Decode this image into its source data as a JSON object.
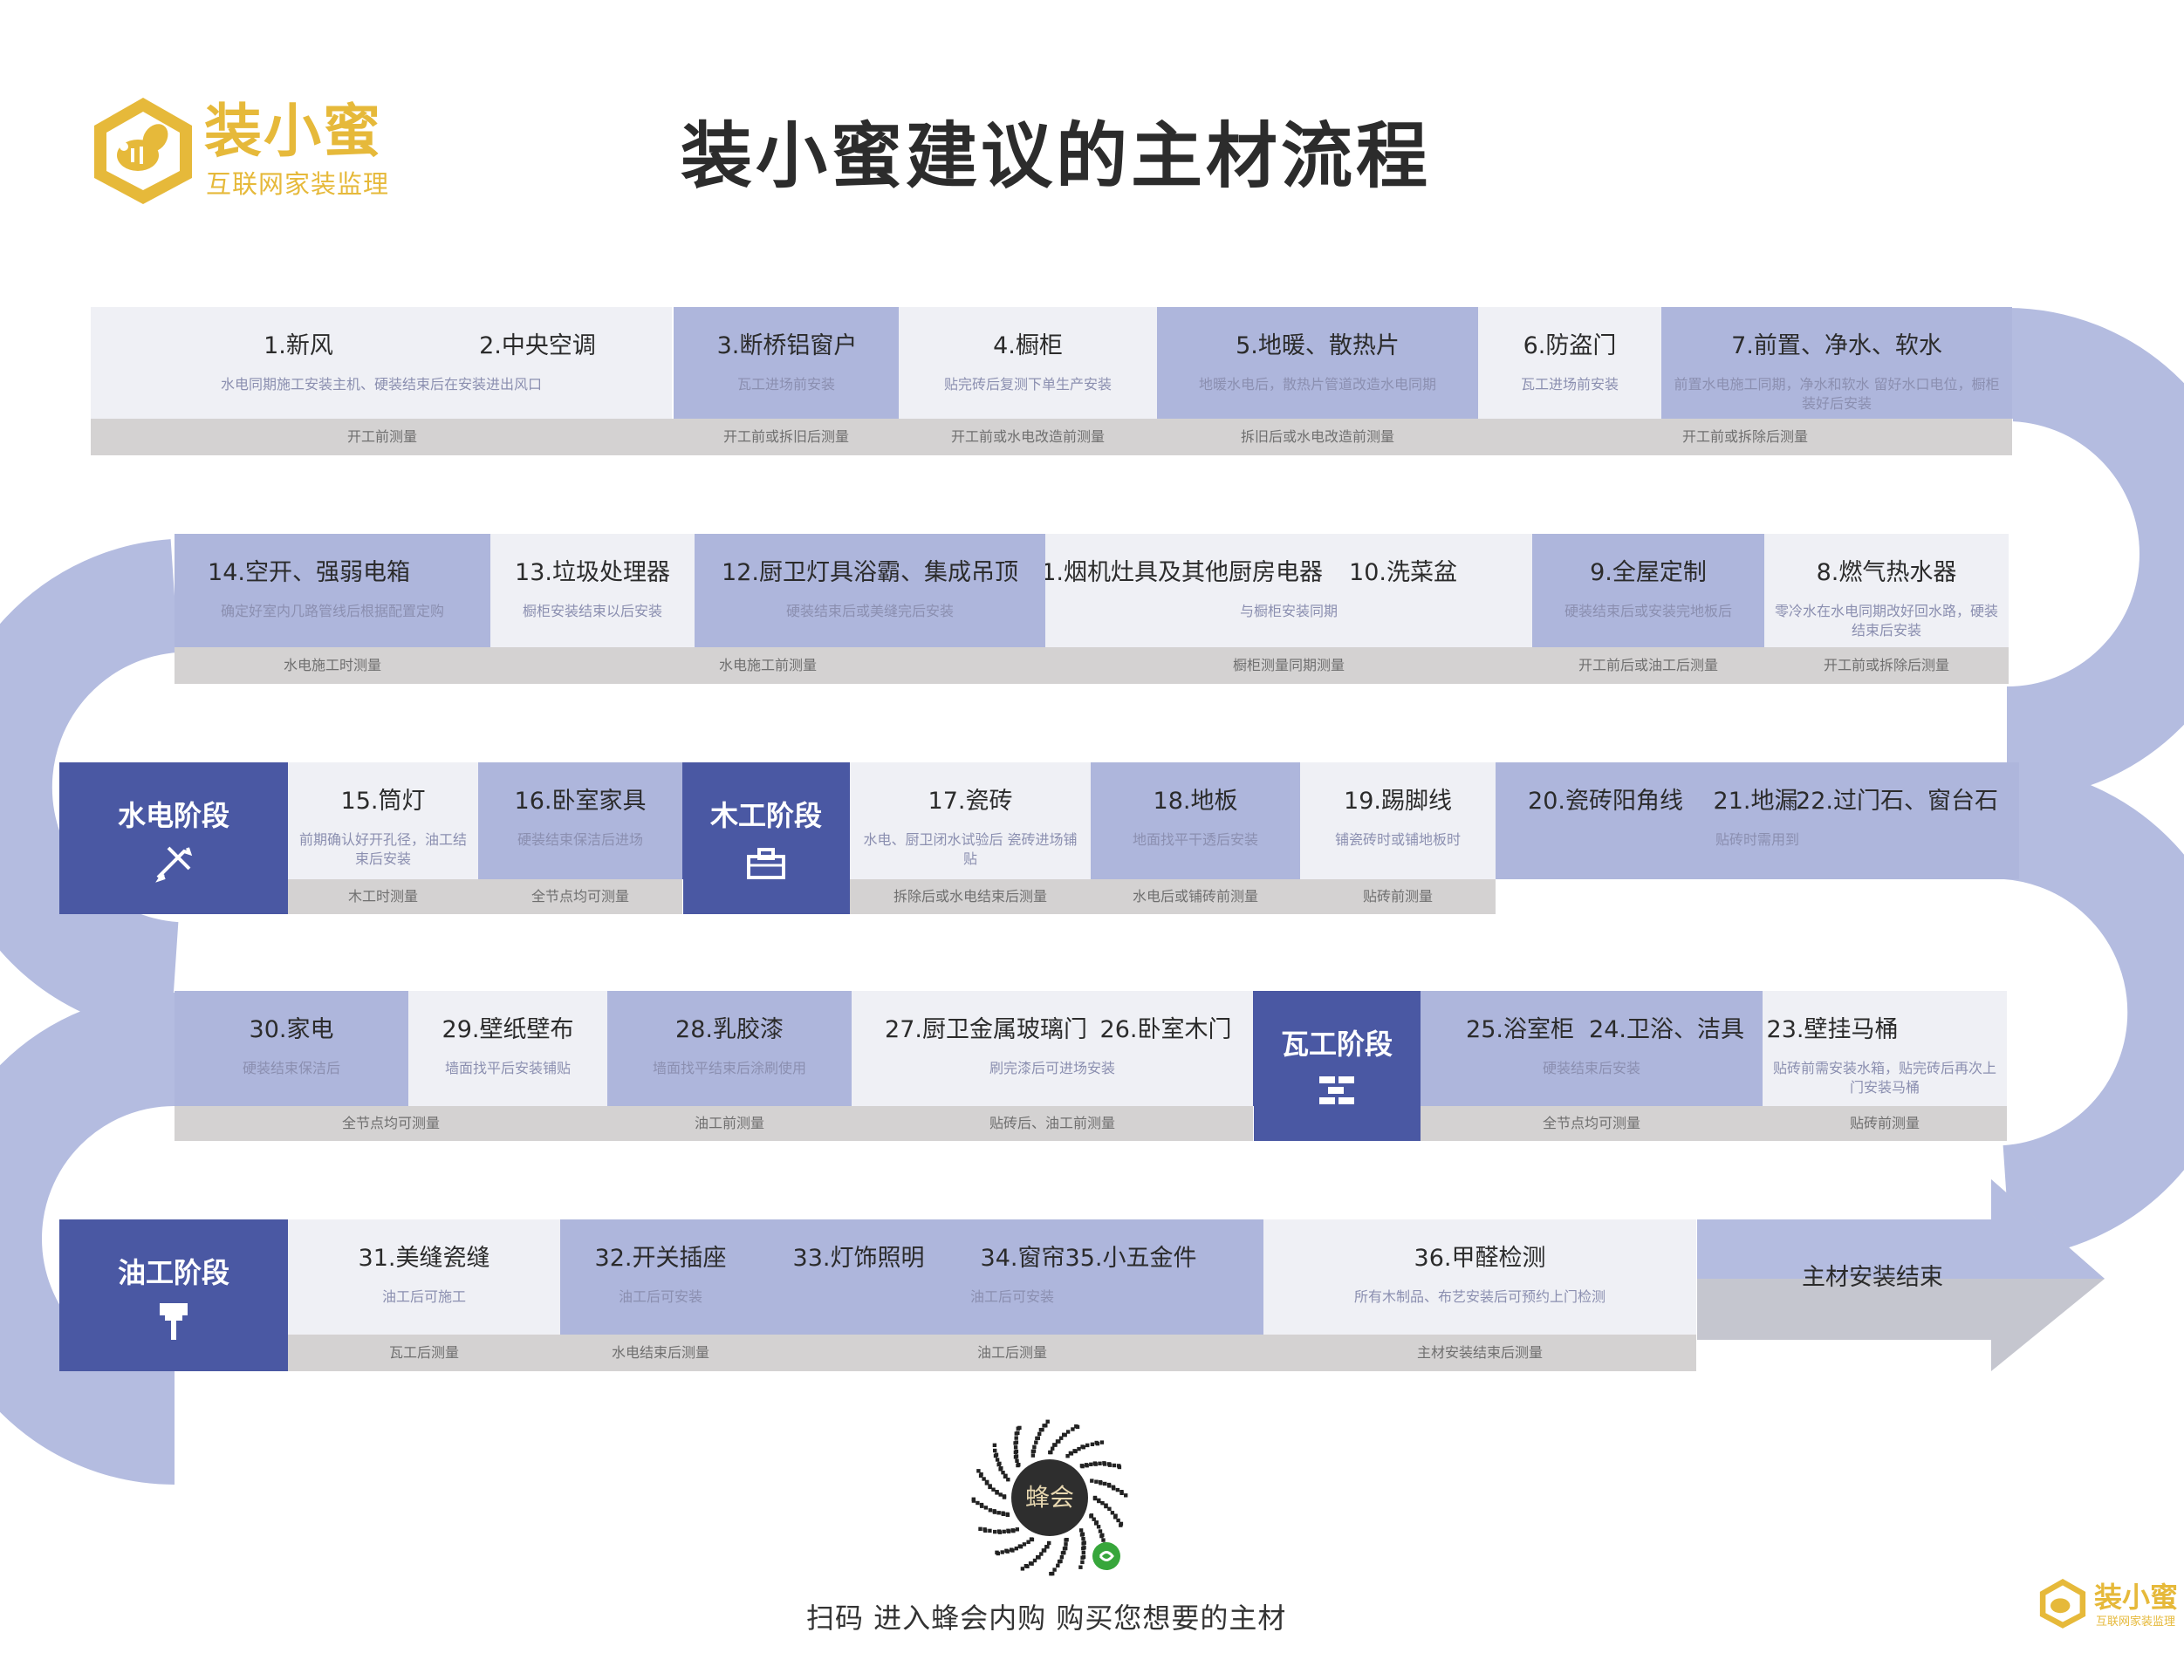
{
  "brand": {
    "name": "装小蜜",
    "tagline": "互联网家装监理"
  },
  "title": "装小蜜建议的主材流程",
  "colors": {
    "light": "#eff0f5",
    "blue": "#aeb6dc",
    "stage": "#4a58a3",
    "bar": "#d4d2d2",
    "curve": "#b4bce0",
    "logo": "#e6b93a"
  },
  "rows": [
    {
      "cells": [
        {
          "titles": [
            "1.新风",
            "2.中央空调"
          ],
          "desc": "水电同期施工安装主机、硬装结束后在安装进出风口"
        },
        {
          "titles": [
            "3.断桥铝窗户"
          ],
          "desc": "瓦工进场前安装"
        },
        {
          "titles": [
            "4.橱柜"
          ],
          "desc": "贴完砖后复测下单生产安装"
        },
        {
          "titles": [
            "5.地暖、散热片"
          ],
          "desc": "地暖水电后，散热片管道改造水电同期"
        },
        {
          "titles": [
            "6.防盗门"
          ],
          "desc": "瓦工进场前安装"
        },
        {
          "titles": [
            "7.前置、净水、软水"
          ],
          "desc": "前置水电施工同期，净水和软水 留好水口电位，橱柜装好后安装"
        }
      ],
      "bars": [
        "开工前测量",
        "开工前或拆旧后测量",
        "开工前或水电改造前测量",
        "拆旧后或水电改造前测量",
        "开工前或拆除后测量"
      ]
    },
    {
      "cells": [
        {
          "titles": [
            "14.空开、强弱电箱"
          ],
          "desc": "确定好室内几路管线后根据配置定购"
        },
        {
          "titles": [
            "13.垃圾处理器"
          ],
          "desc": "橱柜安装结束以后安装"
        },
        {
          "titles": [
            "12.厨卫灯具浴霸、集成吊顶"
          ],
          "desc": "硬装结束后或美缝完后安装"
        },
        {
          "titles": [
            "11.烟机灶具及其他厨房电器",
            "10.洗菜盆"
          ],
          "desc": "与橱柜安装同期"
        },
        {
          "titles": [
            "9.全屋定制"
          ],
          "desc": "硬装结束后或安装完地板后"
        },
        {
          "titles": [
            "8.燃气热水器"
          ],
          "desc": "零冷水在水电同期改好回水路，硬装结束后安装"
        }
      ],
      "bars": [
        "水电施工时测量",
        "水电施工前测量",
        "橱柜测量同期测量",
        "开工前后或油工后测量",
        "开工前或拆除后测量"
      ]
    },
    {
      "stages": [
        "水电阶段",
        "木工阶段"
      ],
      "cells": [
        {
          "titles": [
            "15.筒灯"
          ],
          "desc": "前期确认好开孔径，油工结束后安装"
        },
        {
          "titles": [
            "16.卧室家具"
          ],
          "desc": "硬装结束保洁后进场"
        },
        {
          "titles": [
            "17.瓷砖"
          ],
          "desc": "水电、厨卫闭水试验后 瓷砖进场铺贴"
        },
        {
          "titles": [
            "18.地板"
          ],
          "desc": "地面找平干透后安装"
        },
        {
          "titles": [
            "19.踢脚线"
          ],
          "desc": "铺瓷砖时或铺地板时"
        },
        {
          "titles": [
            "20.瓷砖阳角线",
            "21.地漏",
            "22.过门石、窗台石"
          ],
          "desc": "贴砖时需用到"
        }
      ],
      "bars": [
        "木工时测量",
        "全节点均可测量",
        "拆除后或水电结束后测量",
        "水电后或铺砖前测量",
        "贴砖前测量"
      ]
    },
    {
      "stages": [
        "瓦工阶段"
      ],
      "cells": [
        {
          "titles": [
            "30.家电"
          ],
          "desc": "硬装结束保洁后"
        },
        {
          "titles": [
            "29.壁纸壁布"
          ],
          "desc": "墙面找平后安装铺贴"
        },
        {
          "titles": [
            "28.乳胶漆"
          ],
          "desc": "墙面找平结束后涂刷使用"
        },
        {
          "titles": [
            "27.厨卫金属玻璃门",
            "26.卧室木门"
          ],
          "desc": "刷完漆后可进场安装"
        },
        {
          "titles": [
            "25.浴室柜",
            "24.卫浴、洁具"
          ],
          "desc": "硬装结束后安装"
        },
        {
          "titles": [
            "23.壁挂马桶"
          ],
          "desc": "贴砖前需安装水箱，贴完砖后再次上门安装马桶"
        }
      ],
      "bars": [
        "全节点均可测量",
        "油工前测量",
        "贴砖后、油工前测量",
        "全节点均可测量",
        "贴砖前测量"
      ]
    },
    {
      "stages": [
        "油工阶段"
      ],
      "cells": [
        {
          "titles": [
            "31.美缝瓷缝"
          ],
          "desc": "油工后可施工"
        },
        {
          "titles": [
            "32.开关插座"
          ],
          "desc": "油工后可安装"
        },
        {
          "titles": [
            "33.灯饰照明",
            "34.窗帘",
            "35.小五金件"
          ],
          "desc": "油工后可安装"
        },
        {
          "titles": [
            "36.甲醛检测"
          ],
          "desc": "所有木制品、布艺安装后可预约上门检测"
        }
      ],
      "bars": [
        "瓦工后测量",
        "水电结束后测量",
        "油工后测量",
        "主材安装结束后测量"
      ],
      "end": "主材安装结束"
    }
  ],
  "qr": {
    "center_text": "蜂会",
    "caption": "扫码 进入蜂会内购 购买您想要的主材"
  }
}
